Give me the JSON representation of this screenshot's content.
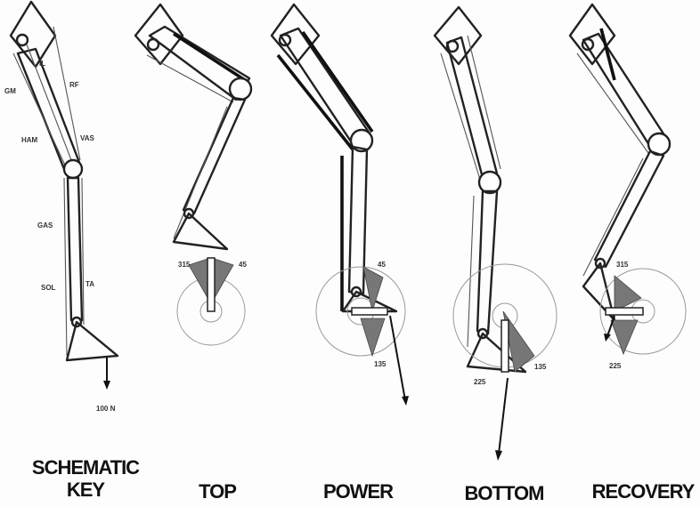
{
  "panels": [
    {
      "caption_line1": "SCHEMATIC",
      "caption_line2": "KEY"
    },
    {
      "caption_line1": "TOP"
    },
    {
      "caption_line1": "POWER"
    },
    {
      "caption_line1": "BOTTOM"
    },
    {
      "caption_line1": "RECOVERY"
    }
  ],
  "muscle_labels": {
    "il": "IL",
    "gm": "GM",
    "rf": "RF",
    "ham": "HAM",
    "vas": "VAS",
    "gas": "GAS",
    "sol": "SOL",
    "ta": "TA"
  },
  "force_label": "100 N",
  "crank_labels": {
    "top_left": "315",
    "top_right": "45",
    "power_top": "45",
    "power_bottom": "135",
    "bottom_left": "225",
    "bottom_right": "135",
    "recovery_top": "315",
    "recovery_bottom": "225"
  }
}
